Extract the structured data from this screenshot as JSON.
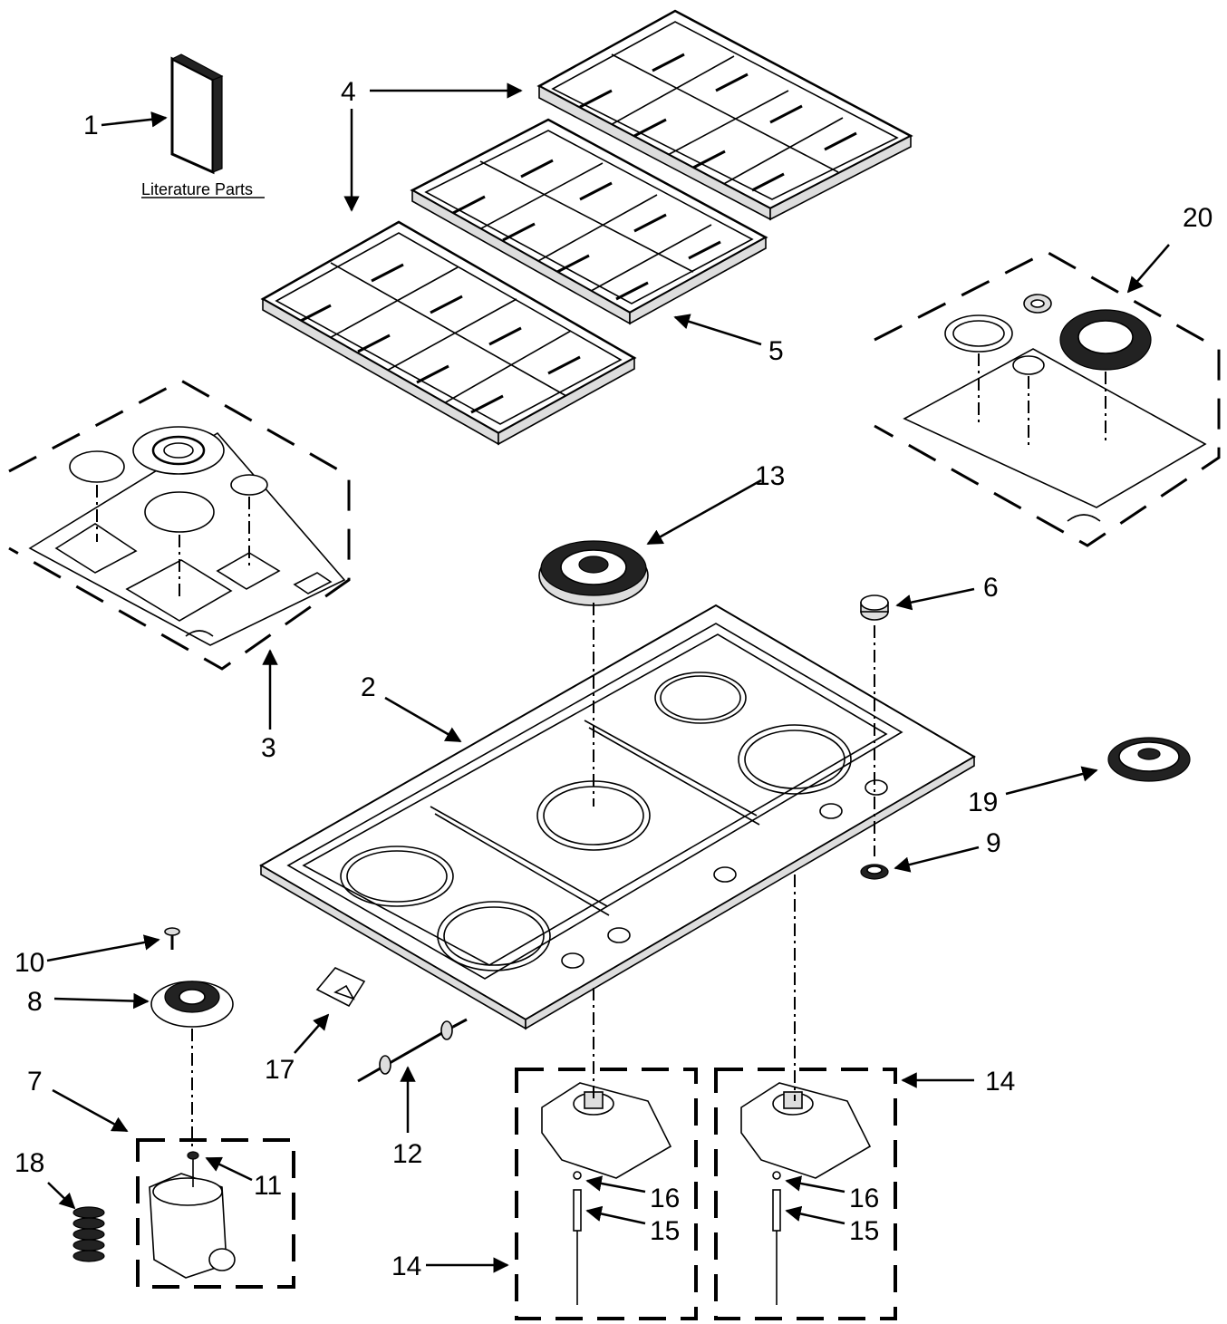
{
  "diagram": {
    "literature_label": "Literature Parts",
    "callouts": [
      {
        "id": "c1",
        "text": "1"
      },
      {
        "id": "c2",
        "text": "2"
      },
      {
        "id": "c3",
        "text": "3"
      },
      {
        "id": "c4",
        "text": "4"
      },
      {
        "id": "c5",
        "text": "5"
      },
      {
        "id": "c6",
        "text": "6"
      },
      {
        "id": "c7",
        "text": "7"
      },
      {
        "id": "c8",
        "text": "8"
      },
      {
        "id": "c9",
        "text": "9"
      },
      {
        "id": "c10",
        "text": "10"
      },
      {
        "id": "c11",
        "text": "11"
      },
      {
        "id": "c12",
        "text": "12"
      },
      {
        "id": "c13",
        "text": "13"
      },
      {
        "id": "c14a",
        "text": "14"
      },
      {
        "id": "c14b",
        "text": "14"
      },
      {
        "id": "c15a",
        "text": "15"
      },
      {
        "id": "c15b",
        "text": "15"
      },
      {
        "id": "c16a",
        "text": "16"
      },
      {
        "id": "c16b",
        "text": "16"
      },
      {
        "id": "c17",
        "text": "17"
      },
      {
        "id": "c18",
        "text": "18"
      },
      {
        "id": "c19",
        "text": "19"
      },
      {
        "id": "c20",
        "text": "20"
      }
    ]
  }
}
